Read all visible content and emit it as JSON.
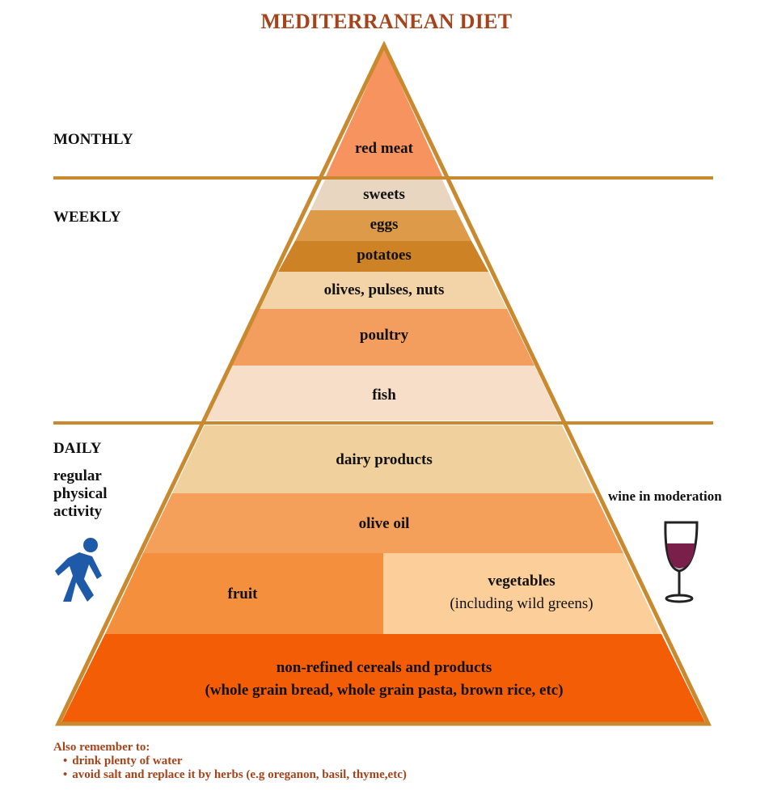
{
  "title": "MEDITERRANEAN DIET",
  "frequencies": {
    "monthly": "MONTHLY",
    "weekly": "WEEKLY",
    "daily": "DAILY"
  },
  "activity": {
    "line1": "regular",
    "line2": "physical",
    "line3": "activity",
    "icon": "person-walking-icon"
  },
  "wine": {
    "label": "wine in moderation",
    "icon": "wine-glass-icon"
  },
  "tiers": {
    "red_meat": "red meat",
    "sweets": "sweets",
    "eggs": "eggs",
    "potatoes": "potatoes",
    "olives": "olives, pulses, nuts",
    "poultry": "poultry",
    "fish": "fish",
    "dairy": "dairy products",
    "olive_oil": "olive oil",
    "fruit": "fruit",
    "vegetables": "vegetables",
    "vegetables_note": "(including wild greens)",
    "cereals": "non-refined cereals and products",
    "cereals_note": "(whole grain bread, whole grain pasta, brown rice, etc)"
  },
  "notes": {
    "heading": "Also remember to:",
    "items": [
      "drink plenty of water",
      "avoid salt and replace it by herbs (e.g oreganon, basil, thyme,etc)"
    ],
    "bullet": "•"
  },
  "colors": {
    "outline": "#c8892f",
    "red_meat": "#f7935f",
    "sweets": "#e8d6c0",
    "eggs": "#dd9a48",
    "potatoes": "#cd8226",
    "olives": "#f2d4a8",
    "poultry": "#f39e5f",
    "fish": "#f7dec8",
    "dairy": "#f0d09c",
    "olive_oil": "#f5a05a",
    "fruit": "#f48f3e",
    "vegetables": "#fccf9a",
    "cereals": "#f25d06",
    "title": "#a5431a"
  }
}
